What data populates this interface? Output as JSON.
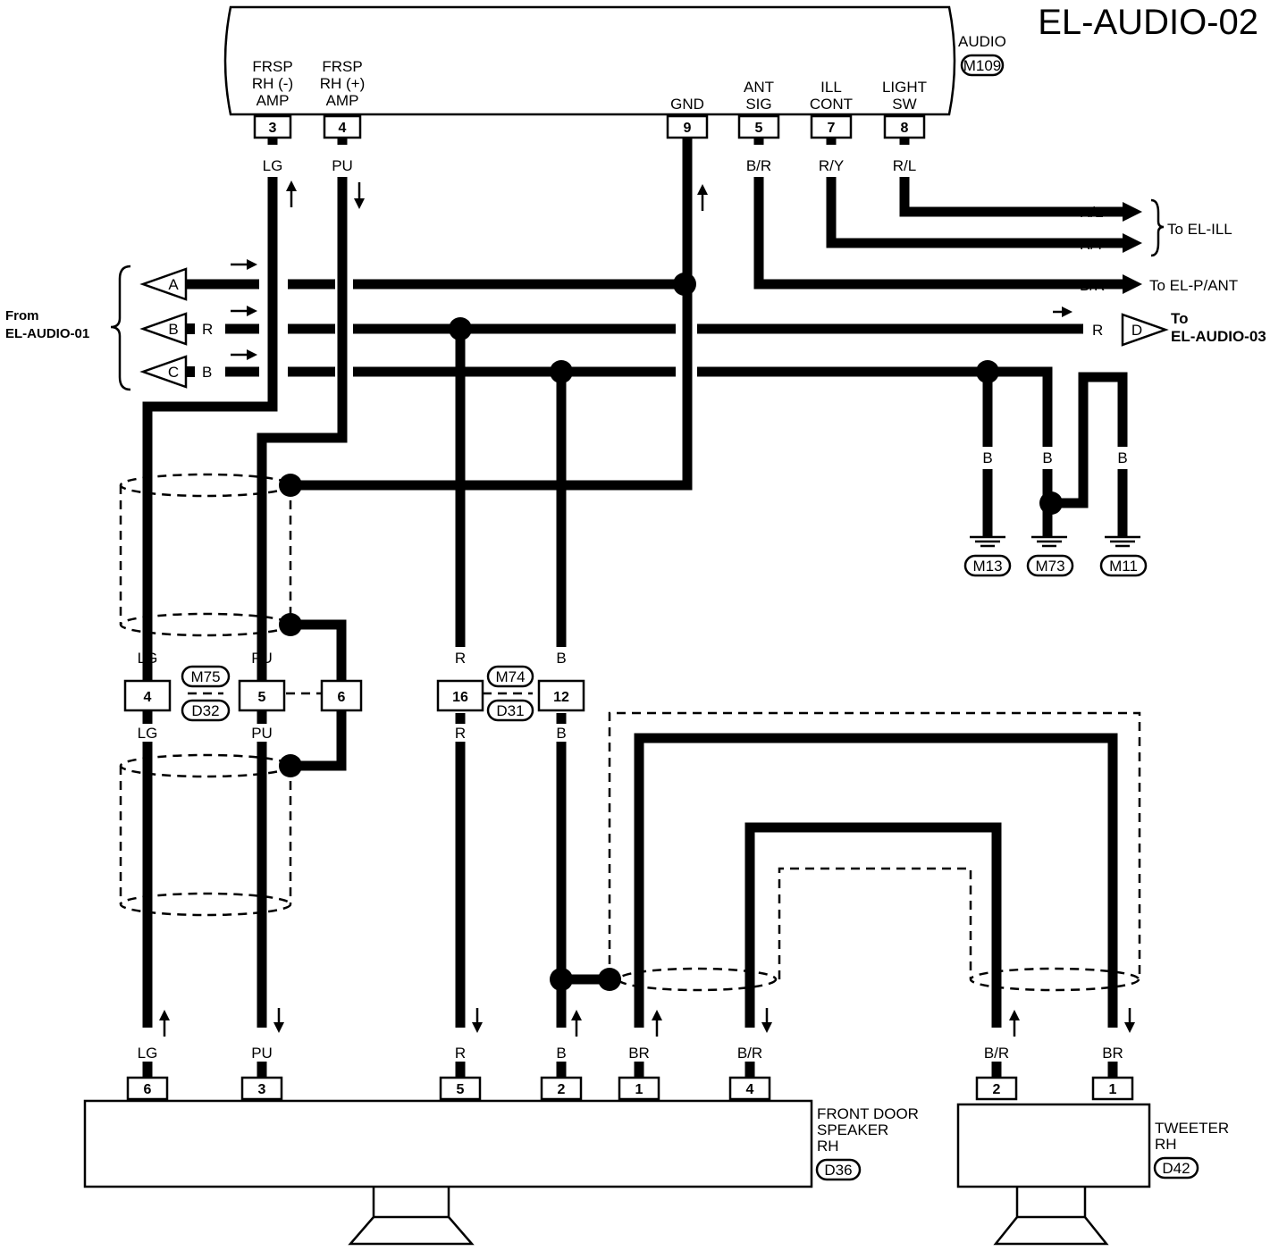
{
  "title": "EL-AUDIO-02",
  "audio_unit": {
    "name": "AUDIO",
    "connector": "M109",
    "pins": [
      {
        "no": "3",
        "func": [
          "FRSP",
          "RH (-)",
          "AMP"
        ],
        "wire": "LG"
      },
      {
        "no": "4",
        "func": [
          "FRSP",
          "RH (+)",
          "AMP"
        ],
        "wire": "PU"
      },
      {
        "no": "9",
        "func": [
          "GND"
        ],
        "wire": ""
      },
      {
        "no": "5",
        "func": [
          "ANT",
          "SIG"
        ],
        "wire": "B/R"
      },
      {
        "no": "7",
        "func": [
          "ILL",
          "CONT"
        ],
        "wire": "R/Y"
      },
      {
        "no": "8",
        "func": [
          "LIGHT",
          "SW"
        ],
        "wire": "R/L"
      }
    ]
  },
  "outputs": {
    "rl": "R/L",
    "ry": "R/Y",
    "to_ill": "To EL-ILL",
    "br": "B/R",
    "to_pant": "To EL-P/ANT",
    "r": "R",
    "d": "D",
    "to_audio03": [
      "To",
      "EL-AUDIO-03"
    ]
  },
  "from_audio01": {
    "label": [
      "From",
      "EL-AUDIO-01"
    ],
    "a": "A",
    "b": "B",
    "b_wire": "R",
    "c": "C",
    "c_wire": "B"
  },
  "grounds": {
    "wires": [
      "B",
      "B",
      "B",
      "B"
    ],
    "points": [
      "M13",
      "M73",
      "M11"
    ]
  },
  "connectors": {
    "m75": "M75",
    "d32": "D32",
    "m74": "M74",
    "d31": "D31",
    "pin4": "4",
    "pin5": "5",
    "pin6": "6",
    "pin16": "16",
    "pin12": "12",
    "lg": "LG",
    "pu": "PU",
    "r": "R",
    "b": "B"
  },
  "front_door_speaker": {
    "name": [
      "FRONT DOOR",
      "SPEAKER",
      "RH"
    ],
    "connector": "D36",
    "pins": [
      {
        "no": "6",
        "wire": "LG"
      },
      {
        "no": "3",
        "wire": "PU"
      },
      {
        "no": "5",
        "wire": "R"
      },
      {
        "no": "2",
        "wire": "B"
      },
      {
        "no": "1",
        "wire": "BR"
      },
      {
        "no": "4",
        "wire": "B/R"
      }
    ]
  },
  "tweeter": {
    "name": [
      "TWEETER",
      "RH"
    ],
    "connector": "D42",
    "pins": [
      {
        "no": "2",
        "wire": "B/R"
      },
      {
        "no": "1",
        "wire": "BR"
      }
    ]
  }
}
